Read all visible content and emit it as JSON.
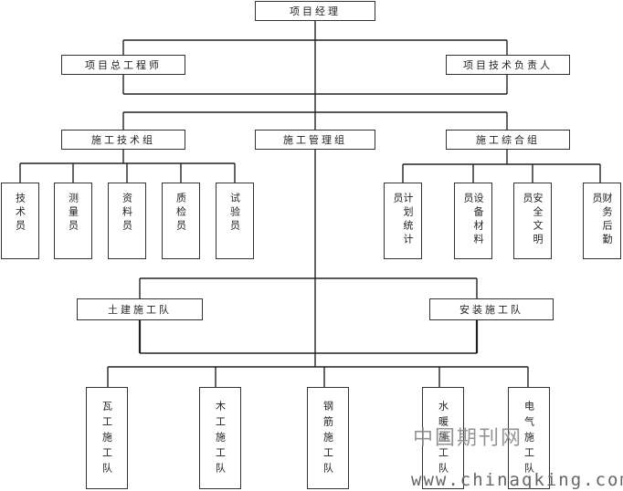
{
  "chart": {
    "root": "项目经理",
    "level2": {
      "left": "项目总工程师",
      "right": "项目技术负责人"
    },
    "groups": {
      "tech": "施工技术组",
      "mgmt": "施工管理组",
      "general": "施工综合组"
    },
    "tech_staff": [
      "技术员",
      "测量员",
      "资料员",
      "质检员",
      "试验员"
    ],
    "general_staff": [
      "计划统计员",
      "设备材料员",
      "安全文明员",
      "财务后勤员"
    ],
    "teams": {
      "civil": "土建施工队",
      "install": "安装施工队"
    },
    "crews": [
      "瓦工施工队",
      "木工施工队",
      "钢筋施工队",
      "水暖施工队",
      "电气施工队"
    ]
  },
  "watermark": {
    "cn": "中国期刊网",
    "url": "www.chinaqking.com"
  }
}
